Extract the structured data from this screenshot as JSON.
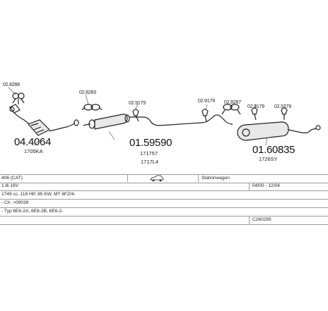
{
  "parts": {
    "codes": [
      "02.8288",
      "02.8283",
      "02.9179",
      "02.9179",
      "02.8287",
      "02.9179",
      "02.5179"
    ],
    "numbers": [
      {
        "main": "04.4064",
        "sub": [
          "1705KA"
        ]
      },
      {
        "main": "01.59590",
        "sub": [
          "171757",
          "1717L4"
        ]
      },
      {
        "main": "01.60835",
        "sub": [
          "1726SY"
        ]
      }
    ]
  },
  "spec": {
    "model": "406 (CAT)",
    "body": "Stationwagon",
    "engine": "1.8i 16V",
    "period": "04/00 - 12/04",
    "details": "1749 cc, 116 HP, 85 KW, MT 6FZ/4-",
    "chassis": "- Ch. >09039",
    "engine_codes": "- Typ 6E6-2A, 6E6-2B, 6E6-2-",
    "ref": "C260295"
  },
  "icons": [
    "car-silhouette-icon"
  ]
}
